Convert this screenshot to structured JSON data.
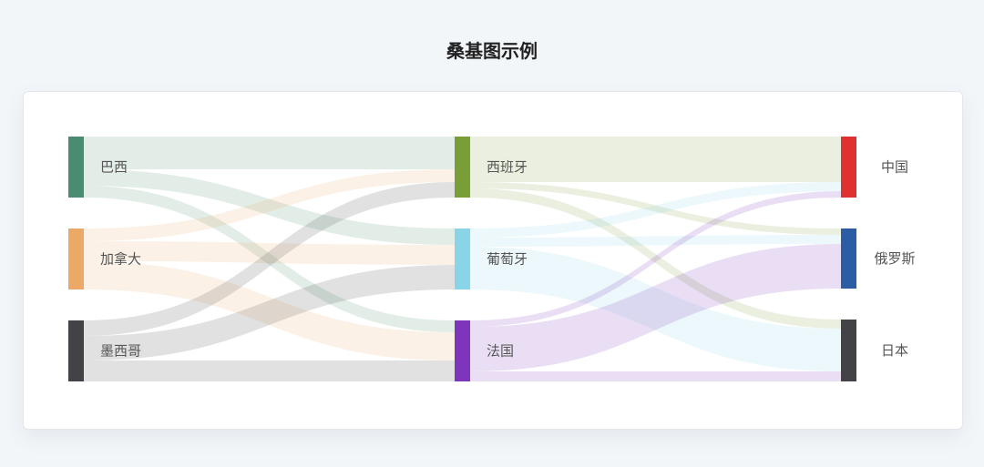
{
  "title": "桑基图示例",
  "chart_data": {
    "type": "sankey",
    "title": "桑基图示例",
    "nodes": [
      {
        "name": "巴西",
        "layer": 0,
        "color": "#4a8c72"
      },
      {
        "name": "加拿大",
        "layer": 0,
        "color": "#eba866"
      },
      {
        "name": "墨西哥",
        "layer": 0,
        "color": "#434246"
      },
      {
        "name": "西班牙",
        "layer": 1,
        "color": "#7a9e37"
      },
      {
        "name": "葡萄牙",
        "layer": 1,
        "color": "#8ad4e8"
      },
      {
        "name": "法国",
        "layer": 1,
        "color": "#7f34bc"
      },
      {
        "name": "中国",
        "layer": 2,
        "color": "#e03131"
      },
      {
        "name": "俄罗斯",
        "layer": 2,
        "color": "#2c5ca3"
      },
      {
        "name": "日本",
        "layer": 2,
        "color": "#434246"
      }
    ],
    "links": [
      {
        "source": "巴西",
        "target": "西班牙",
        "value": 36
      },
      {
        "source": "巴西",
        "target": "葡萄牙",
        "value": 18
      },
      {
        "source": "巴西",
        "target": "法国",
        "value": 13
      },
      {
        "source": "加拿大",
        "target": "西班牙",
        "value": 14
      },
      {
        "source": "加拿大",
        "target": "葡萄牙",
        "value": 22
      },
      {
        "source": "加拿大",
        "target": "法国",
        "value": 31
      },
      {
        "source": "墨西哥",
        "target": "西班牙",
        "value": 17
      },
      {
        "source": "墨西哥",
        "target": "葡萄牙",
        "value": 27
      },
      {
        "source": "墨西哥",
        "target": "法国",
        "value": 23
      },
      {
        "source": "西班牙",
        "target": "中国",
        "value": 50
      },
      {
        "source": "西班牙",
        "target": "俄罗斯",
        "value": 7
      },
      {
        "source": "西班牙",
        "target": "日本",
        "value": 10
      },
      {
        "source": "葡萄牙",
        "target": "中国",
        "value": 10
      },
      {
        "source": "葡萄牙",
        "target": "俄罗斯",
        "value": 10
      },
      {
        "source": "葡萄牙",
        "target": "日本",
        "value": 47
      },
      {
        "source": "法国",
        "target": "中国",
        "value": 7
      },
      {
        "source": "法国",
        "target": "俄罗斯",
        "value": 49
      },
      {
        "source": "法国",
        "target": "日本",
        "value": 11
      }
    ]
  }
}
